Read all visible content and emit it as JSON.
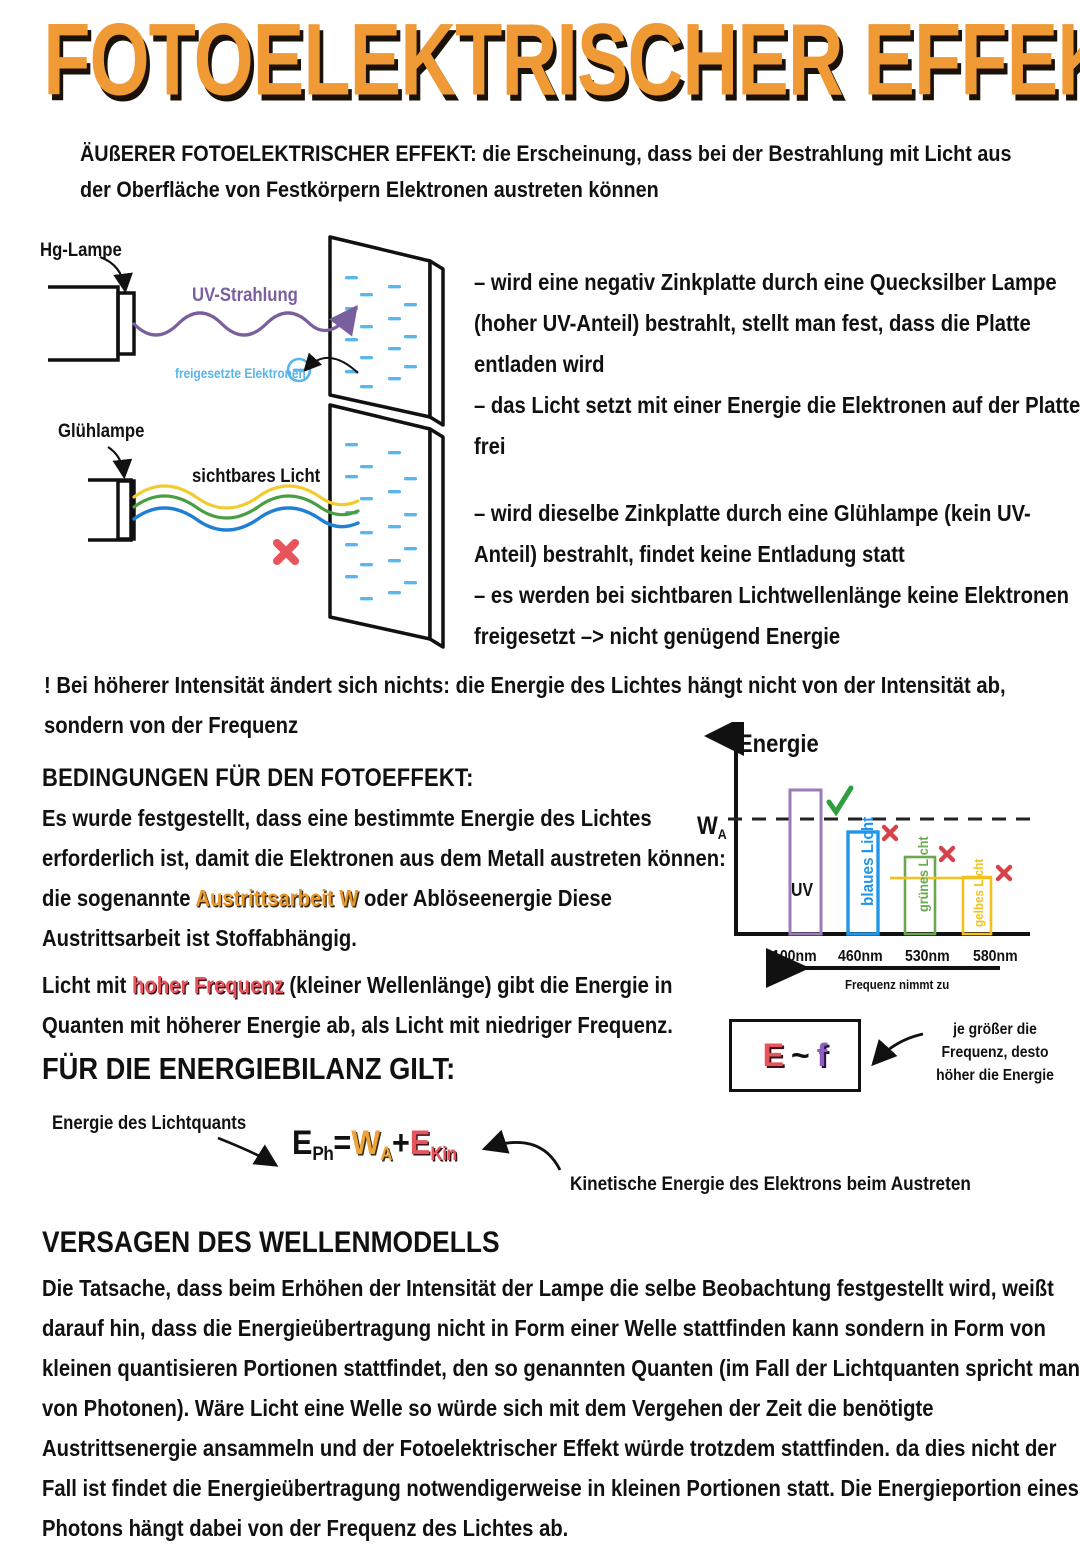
{
  "title": "FOTOELEKTRISCHER EFFEKT",
  "intro": "ÄUßERER FOTOELEKTRISCHER EFFEKT: die Erscheinung, dass bei der Bestrahlung mit Licht aus der Oberfläche von Festkörpern Elektronen austreten können",
  "diagram": {
    "hg_lampe": "Hg-Lampe",
    "gluehlampe": "Glühlampe",
    "uv_strahlung": "UV-Strahlung",
    "freigesetzte_elektronen": "freigesetzte Elektronen",
    "sichtbares_licht": "sichtbares Licht",
    "electron_sign": "–",
    "cross_mark": "✖",
    "colors": {
      "uv_wave": "#7a5f9e",
      "electron_blue": "#58b4ea",
      "yellow_wave": "#f2cc2e",
      "green_wave": "#4a9e42",
      "blue_wave": "#1f7fd6",
      "red_cross": "#e8545b"
    }
  },
  "right_column": {
    "p1": "– wird eine negativ Zinkplatte durch eine Quecksilber Lampe (hoher UV-Anteil) bestrahlt, stellt man fest, dass die Platte entladen wird",
    "p2": "– das Licht setzt mit einer Energie die Elektronen auf der Platte frei",
    "p3": "– wird dieselbe Zinkplatte durch eine Glühlampe (kein UV-Anteil) bestrahlt, findet keine Entladung statt",
    "p4": "– es werden bei sichtbaren Lichtwellenlänge keine Elektronen freigesetzt –> nicht genügend Energie"
  },
  "note": "! Bei höherer Intensität ändert sich nichts: die Energie des Lichtes hängt nicht von der Intensität ab, sondern von der Frequenz",
  "conditions": {
    "heading": "BEDINGUNGEN FÜR DEN FOTOEFFEKT:",
    "text_a": "Es wurde festgestellt, dass eine bestimmte Energie des Lichtes erforderlich ist, damit die Elektronen aus dem Metall austreten können: die sogenannte ",
    "highlight": "Austrittsarbeit W",
    "text_b": " oder Ablöseenergie Diese Austrittsarbeit ist Stoffabhängig."
  },
  "frequency_para": {
    "text_a": "Licht mit ",
    "highlight": "hoher Frequenz",
    "text_b": " (kleiner Wellenlänge) gibt die Energie in Quanten mit höherer Energie ab, als Licht mit niedriger Frequenz."
  },
  "energy_balance": {
    "heading": "FÜR DIE ENERGIEBILANZ GILT:",
    "left_label": "Energie des Lichtquants",
    "right_label": "Kinetische Energie des Elektrons beim Austreten",
    "formula": {
      "e_ph": "E",
      "e_ph_sub": "Ph",
      "eq": "=",
      "w": "W",
      "w_sub": "A",
      "plus": "+",
      "e_kin": "E",
      "e_kin_sub": "Kin"
    }
  },
  "ef_box": {
    "e": "E",
    "tilde": "~",
    "f": "f",
    "note": "je größer die Frequenz, desto höher die Energie"
  },
  "versagen": {
    "heading": "VERSAGEN DES WELLENMODELLS",
    "body": "Die Tatsache, dass beim Erhöhen der Intensität der Lampe die selbe Beobachtung festgestellt wird, weißt darauf hin, dass die Energieübertragung nicht in Form einer Welle stattfinden kann sondern in Form von kleinen quantisieren Portionen stattfindet, den so genannten Quanten (im Fall der Lichtquanten spricht man von Photonen). Wäre Licht eine Welle so würde sich mit dem Vergehen der Zeit die benötigte Austrittsenergie ansammeln und der Fotoelektrischer Effekt würde trotzdem stattfinden. da dies nicht der Fall ist findet die Energieübertragung notwendigerweise in kleinen Portionen statt. Die Energieportion eines Photons hängt dabei von der Frequenz des Lichtes ab."
  },
  "chart_data": {
    "type": "bar",
    "title": "Energie",
    "ylabel": "Energie",
    "xlabel": "Frequenz nimmt zu",
    "axis_arrow_label": "Energie",
    "threshold_label": "W",
    "threshold_label_sub": "A",
    "categories": [
      "100nm",
      "460nm",
      "530nm",
      "580nm"
    ],
    "series": [
      {
        "name": "UV",
        "value": 100,
        "color": "#9b7cba",
        "mark": "✓",
        "mark_color": "#2f9e3f",
        "label_color": "#111111",
        "label_vertical": false
      },
      {
        "name": "blaues Licht",
        "value": 68,
        "color": "#2196e8",
        "mark": "✗",
        "mark_color": "#d9414a",
        "label_color": "#2196e8",
        "label_vertical": true
      },
      {
        "name": "grünes Licht",
        "value": 50,
        "color": "#6aa84f",
        "mark": "✗",
        "mark_color": "#d9414a",
        "label_color": "#6aa84f",
        "label_vertical": true
      },
      {
        "name": "gelbes Licht",
        "value": 41,
        "color": "#f2c11e",
        "mark": "✗",
        "mark_color": "#d9414a",
        "label_color": "#f2c11e",
        "label_vertical": true
      }
    ],
    "threshold_value": 78,
    "ylim": [
      0,
      115
    ],
    "grid": false,
    "legend": "none",
    "xaxis_direction_note": "Frequenz nimmt zu"
  }
}
